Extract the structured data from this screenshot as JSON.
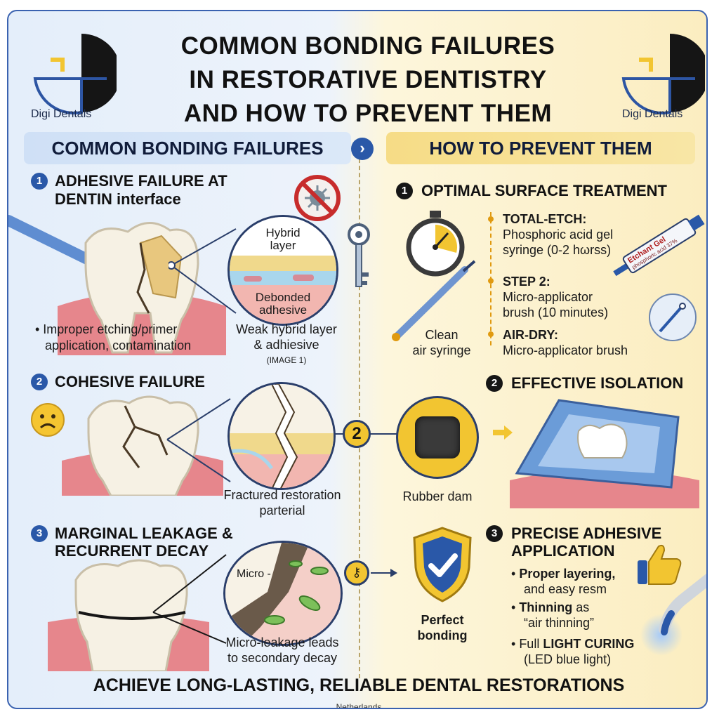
{
  "header": {
    "title_lines": [
      "COMMON BONDING FAILURES",
      "IN RESTORATIVE DENTISTRY",
      "AND HOW TO PREVENT THEM"
    ],
    "logo_text": "Digi Dentals"
  },
  "left": {
    "banner": "COMMON BONDING FAILURES",
    "items": [
      {
        "number": "1",
        "title_line1": "ADHESIVE FAILURE AT",
        "title_line2": "DENTIN interface",
        "zoom_label_top_line1": "Hybrid",
        "zoom_label_top_line2": "layer",
        "zoom_label_bottom_line1": "Debonded",
        "zoom_label_bottom_line2": "adhesive",
        "bullet_line1": "• Improper etching/primer",
        "bullet_line2": "application, contamination",
        "caption_line1": "Weak hybrid layer",
        "caption_line2": "& adhiesive",
        "caption_note": "(IMAGE 1)"
      },
      {
        "number": "2",
        "title": "COHESIVE FAILURE",
        "caption_line1": "Fractured restoration",
        "caption_line2": "parterial"
      },
      {
        "number": "3",
        "title_line1": "MARGINAL LEAKAGE &",
        "title_line2": "RECURRENT DECAY",
        "zoom_label": "Micro -",
        "caption_line1": "Micro-leakage leads",
        "caption_line2": "to secondary decay"
      }
    ]
  },
  "connector": {
    "middle_number": "2"
  },
  "right": {
    "banner": "HOW TO PREVENT THEM",
    "items": [
      {
        "number": "1",
        "title": "OPTIMAL SURFACE TREATMENT",
        "syringe_caption_line1": "Clean",
        "syringe_caption_line2": "air syringe",
        "gel_label_line1": "Etchant Gel",
        "gel_label_line2": "phosphoric acid 37%",
        "steps": [
          {
            "label": "TOTAL-ETCH:",
            "line1": "Phosphoric acid gel",
            "line2": "syringe (0-2 hωrss)"
          },
          {
            "label": "STEP 2:",
            "line1": "Micro-applicator",
            "line2": "brush (10 minutes)"
          },
          {
            "label": "AIR-DRY:",
            "line1": "Micro-applicator brush",
            "line2": ""
          }
        ]
      },
      {
        "number": "2",
        "title": "EFFECTIVE ISOLATION",
        "caption": "Rubber dam"
      },
      {
        "number": "3",
        "title_line1": "PRECISE ADHESIVE",
        "title_line2": "APPLICATION",
        "shield_caption_line1": "Perfect",
        "shield_caption_line2": "bonding",
        "bullets": [
          {
            "bold": "Proper layering,",
            "rest": "and easy resm"
          },
          {
            "bold": "Thinning",
            "bold_suffix": " as",
            "rest": "“air thinning”"
          },
          {
            "prefix": "Full ",
            "bold": "LIGHT CURING",
            "rest": "(LED blue light)"
          }
        ]
      }
    ]
  },
  "footer": {
    "tagline": "ACHIEVE LONG-LASTING, RELIABLE DENTAL RESTORATIONS",
    "note": "Netherlands"
  },
  "colors": {
    "navy": "#1c2a4a",
    "accent_blue": "#2a58a8",
    "accent_gold": "#f2c531",
    "left_bg": "#e4eefa",
    "right_bg": "#fbedc0",
    "gum": "#e6868c"
  }
}
